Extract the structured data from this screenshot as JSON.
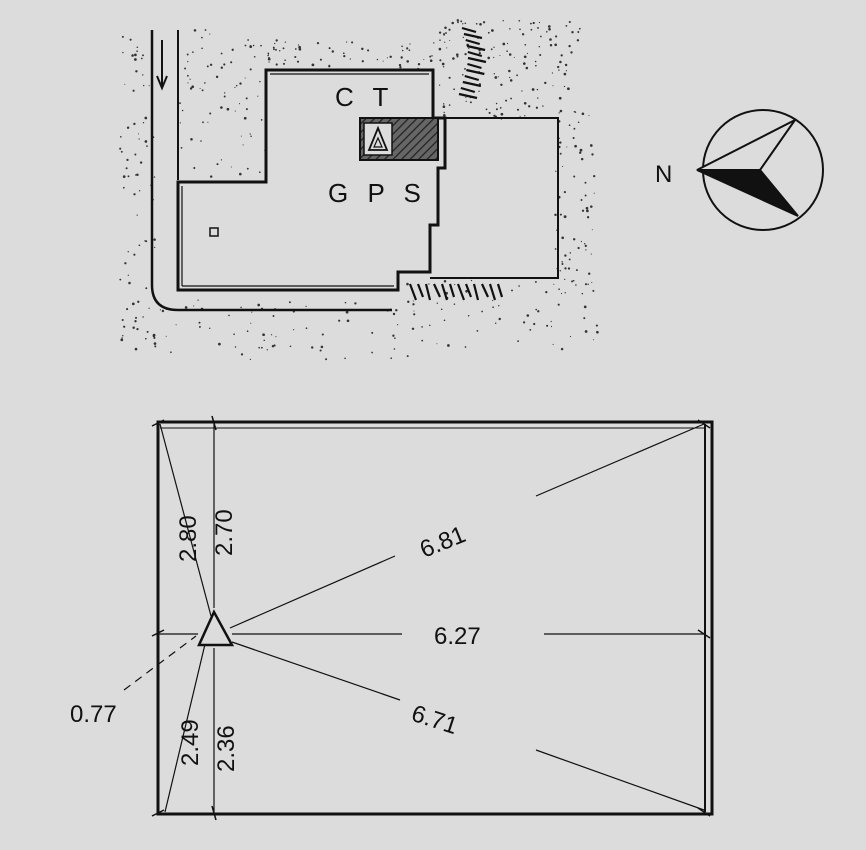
{
  "site_plan": {
    "room_labels": {
      "ct": "C T",
      "gps": "G P S"
    },
    "north_label": "N",
    "icons": {
      "station": "triangle-marker-icon",
      "compass": "north-arrow-icon",
      "flow": "down-arrow-icon",
      "slope": "slope-hatch-icon"
    }
  },
  "survey": {
    "measurements": {
      "top_left_diag": "2.80",
      "top_left_vert": "2.70",
      "to_top_right": "6.81",
      "to_right": "6.27",
      "to_bottom_right": "6.71",
      "to_left": "0.77",
      "bottom_left_diag": "2.49",
      "bottom_left_vert": "2.36"
    }
  },
  "colors": {
    "ink": "#111111",
    "paper": "#dcdcdc",
    "hatch": "#4a4a4a"
  }
}
